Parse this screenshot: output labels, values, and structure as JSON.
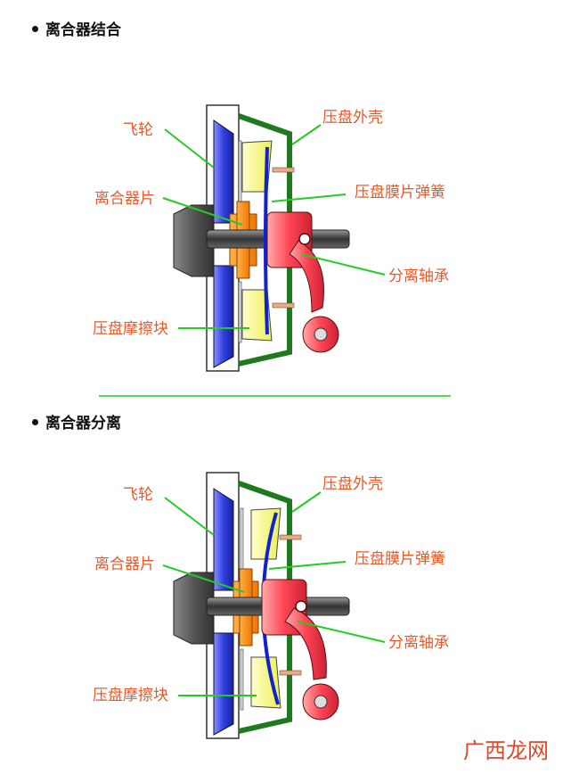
{
  "sections": [
    {
      "heading": "离合器结合",
      "labels": {
        "flywheel": "飞轮",
        "clutch_disc": "离合器片",
        "friction_block": "压盘摩擦块",
        "cover": "压盘外壳",
        "diaphragm_spring": "压盘膜片弹簧",
        "release_bearing": "分离轴承"
      }
    },
    {
      "heading": "离合器分离",
      "labels": {
        "flywheel": "飞轮",
        "clutch_disc": "离合器片",
        "friction_block": "压盘摩擦块",
        "cover": "压盘外壳",
        "diaphragm_spring": "压盘膜片弹簧",
        "release_bearing": "分离轴承"
      }
    }
  ],
  "watermark": "广西龙网",
  "colors": {
    "label": "#e35b2a",
    "leader": "#22cc22",
    "flywheel": "#3344dd",
    "cover": "#1f7a1f",
    "friction": "#ffff88",
    "hub": "#ff8800",
    "bearing": "#ee3344",
    "spring": "#1122cc",
    "shaft": "#555555"
  }
}
